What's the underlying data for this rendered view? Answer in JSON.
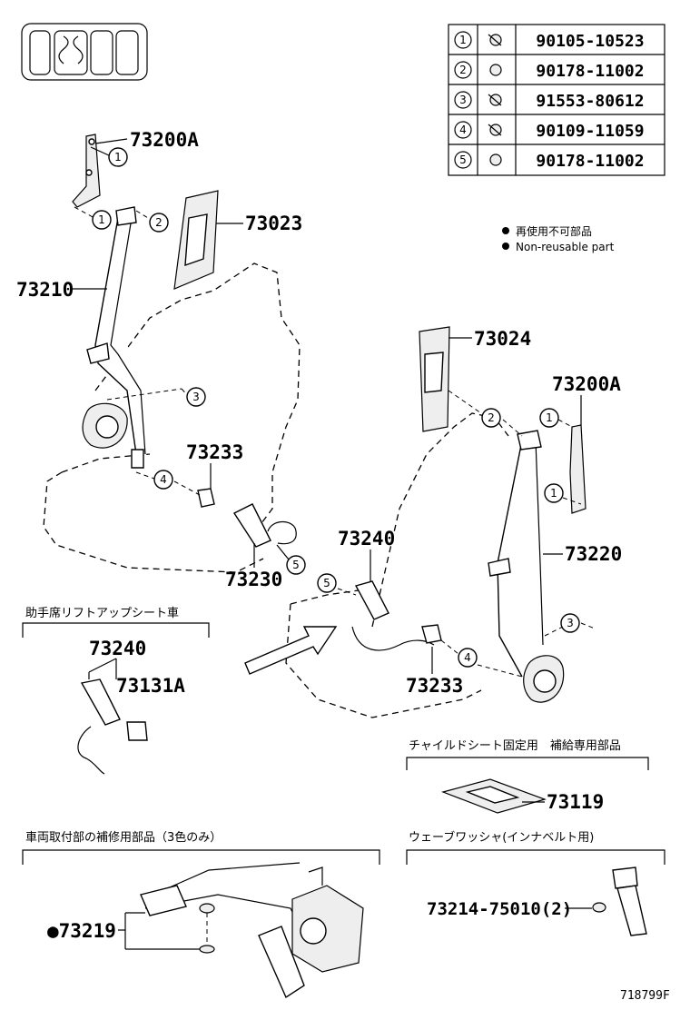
{
  "parts_table": [
    {
      "num": "1",
      "part": "90105-10523"
    },
    {
      "num": "2",
      "part": "90178-11002"
    },
    {
      "num": "3",
      "part": "91553-80612"
    },
    {
      "num": "4",
      "part": "90109-11059"
    },
    {
      "num": "5",
      "part": "90178-11002"
    }
  ],
  "legend": {
    "jp": "再使用不可部品",
    "en": "Non-reusable part"
  },
  "labels": {
    "p73200a_left": "73200A",
    "p73023": "73023",
    "p73210": "73210",
    "p73233_left": "73233",
    "p73230": "73230",
    "p73024": "73024",
    "p73200a_right": "73200A",
    "p73220": "73220",
    "p73240_center": "73240",
    "p73233_center": "73233",
    "p73240_inset": "73240",
    "p73131a": "73131A",
    "p73119": "73119",
    "p73219": "●73219",
    "p73214": "73214-75010(2)"
  },
  "callouts": {
    "c1": "1",
    "c2": "2",
    "c3": "3",
    "c4": "4",
    "c5": "5"
  },
  "sections": {
    "liftup": "助手席リフトアップシート車",
    "childseat": "チャイルドシート固定用　補給専用部品",
    "vehicle_repair": "車両取付部の補修用部品（3色のみ）",
    "wave_washer": "ウェーブワッシャ(インナベルト用)"
  },
  "ref_code": "718799F"
}
